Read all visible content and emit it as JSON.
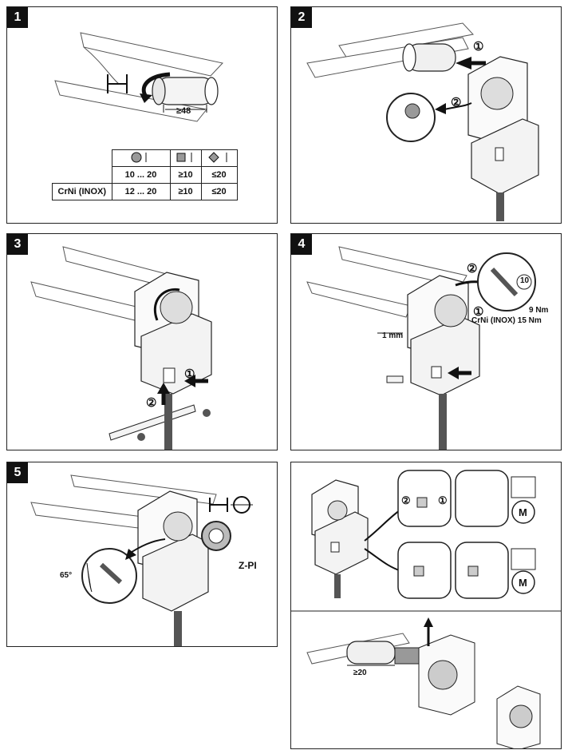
{
  "steps": [
    {
      "number": "1"
    },
    {
      "number": "2"
    },
    {
      "number": "3"
    },
    {
      "number": "4"
    },
    {
      "number": "5"
    }
  ],
  "step1": {
    "dimension": "≥48",
    "table": {
      "rows": [
        {
          "label": "",
          "round": "10 ... 20",
          "square": "≥10",
          "diamond": "≤20"
        },
        {
          "label": "CrNi (INOX)",
          "round": "12 ... 20",
          "square": "≥10",
          "diamond": "≤20"
        }
      ]
    }
  },
  "step2": {
    "callout1": "①",
    "callout2": "②"
  },
  "step3": {
    "callout1": "①",
    "callout2": "②"
  },
  "step4": {
    "gap": "1 mm",
    "callout1": "①",
    "callout2": "②",
    "wrench": "10",
    "torque1": "9 Nm",
    "torque2": "CrNi (INOX) 15 Nm"
  },
  "step5": {
    "angle": "65°",
    "model": "Z-PI"
  },
  "panel6": {
    "callout1": "①",
    "callout2": "②",
    "dimension": "≥20",
    "motor_symbol": "M"
  }
}
